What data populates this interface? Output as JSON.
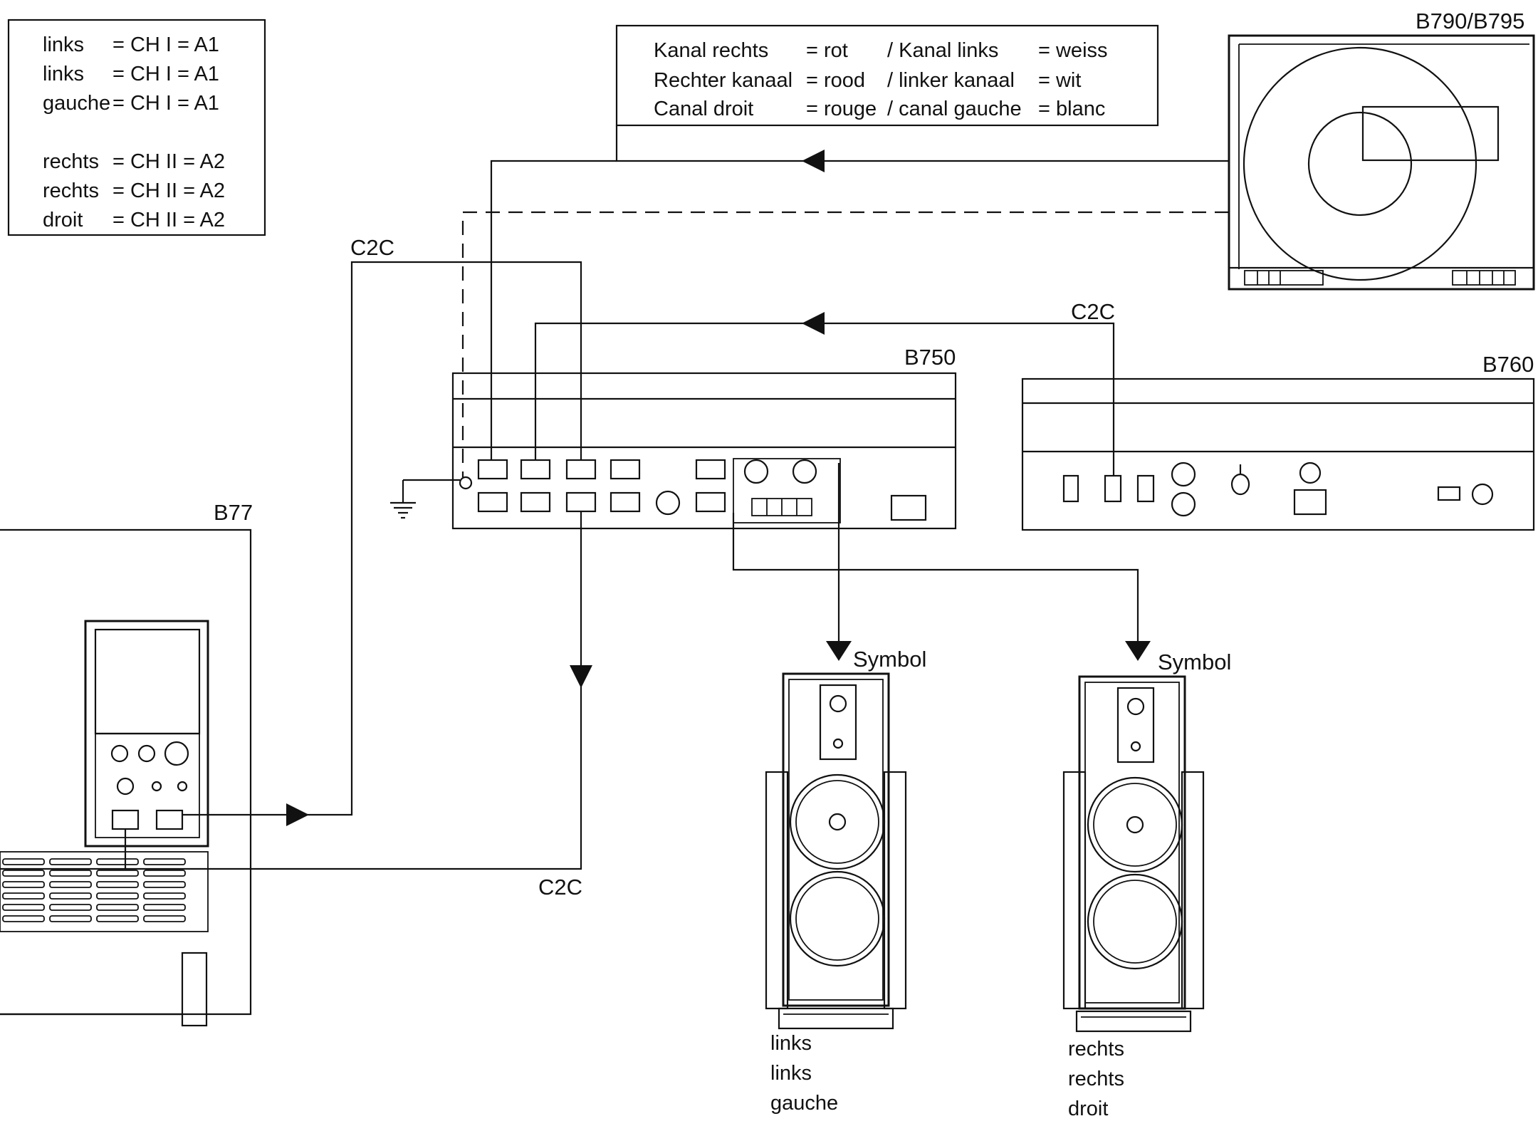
{
  "channel_legend": {
    "lines": [
      {
        "word": "links",
        "value": "= CH I = A1"
      },
      {
        "word": "links",
        "value": "= CH I = A1"
      },
      {
        "word": "gauche",
        "value": "= CH I = A1"
      },
      {
        "word": "rechts",
        "value": "= CH II = A2"
      },
      {
        "word": "rechts",
        "value": "= CH II = A2"
      },
      {
        "word": "droit",
        "value": "= CH II = A2"
      }
    ]
  },
  "colour_legend": {
    "lines": [
      {
        "left": "Kanal rechts",
        "left_val": "= rot",
        "right": "/ Kanal links",
        "right_val": "= weiss"
      },
      {
        "left": "Rechter kanaal",
        "left_val": "= rood",
        "right": "/ linker kanaal",
        "right_val": "= wit"
      },
      {
        "left": "Canal droit",
        "left_val": "= rouge",
        "right": "/ canal gauche",
        "right_val": "= blanc"
      }
    ]
  },
  "devices": {
    "turntable": "B790/B795",
    "amplifier": "B750",
    "tape_deck": "B760",
    "tv": "B77"
  },
  "cables": {
    "c2c_top": "C2C",
    "c2c_right": "C2C",
    "c2c_bottom": "C2C"
  },
  "speakers": {
    "left": {
      "symbol": "Symbol",
      "labels": [
        "links",
        "links",
        "gauche"
      ]
    },
    "right": {
      "symbol": "Symbol",
      "labels": [
        "rechts",
        "rechts",
        "droit"
      ]
    }
  }
}
